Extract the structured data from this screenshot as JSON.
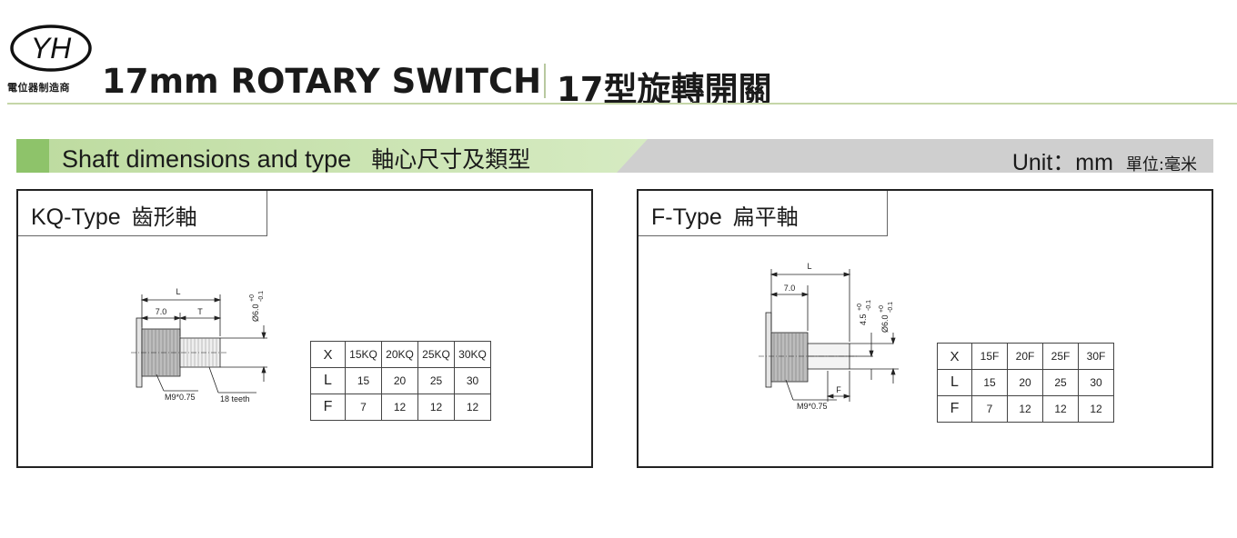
{
  "header": {
    "logo_text": "YH",
    "logo_sub": "電位器制造商",
    "title": "17mm ROTARY SWITCH",
    "title_cn": "17型旋轉開關"
  },
  "section": {
    "title": "Shaft dimensions and type",
    "title_cn": "軸心尺寸及類型",
    "unit": "Unit：mm",
    "unit_cn": "單位:毫米"
  },
  "kq_panel": {
    "label": "KQ-Type",
    "label_cn": "齒形軸",
    "drawing": {
      "dim_l": "L",
      "dim_7": "7.0",
      "dim_t": "T",
      "dim_dia": "Ø6.0",
      "tol_plus": "+0",
      "tol_minus": "-0.1",
      "thread": "M9*0.75",
      "teeth": "18 teeth"
    },
    "table": {
      "headers": [
        "X",
        "15KQ",
        "20KQ",
        "25KQ",
        "30KQ"
      ],
      "rows": [
        [
          "L",
          "15",
          "20",
          "25",
          "30"
        ],
        [
          "F",
          "7",
          "12",
          "12",
          "12"
        ]
      ]
    }
  },
  "f_panel": {
    "label": "F-Type",
    "label_cn": "扁平軸",
    "drawing": {
      "dim_l": "L",
      "dim_7": "7.0",
      "dim_f": "F",
      "dim_flat": "4.5",
      "dim_dia": "Ø6.0",
      "tol_plus": "+0",
      "tol_minus": "-0.1",
      "thread": "M9*0.75"
    },
    "table": {
      "headers": [
        "X",
        "15F",
        "20F",
        "25F",
        "30F"
      ],
      "rows": [
        [
          "L",
          "15",
          "20",
          "25",
          "30"
        ],
        [
          "F",
          "7",
          "12",
          "12",
          "12"
        ]
      ]
    }
  },
  "colors": {
    "band_green": "#8ec36a",
    "band_green_light": "#c9e3b0",
    "band_gray": "#cfcfcf",
    "header_line": "#c5d6a8"
  }
}
